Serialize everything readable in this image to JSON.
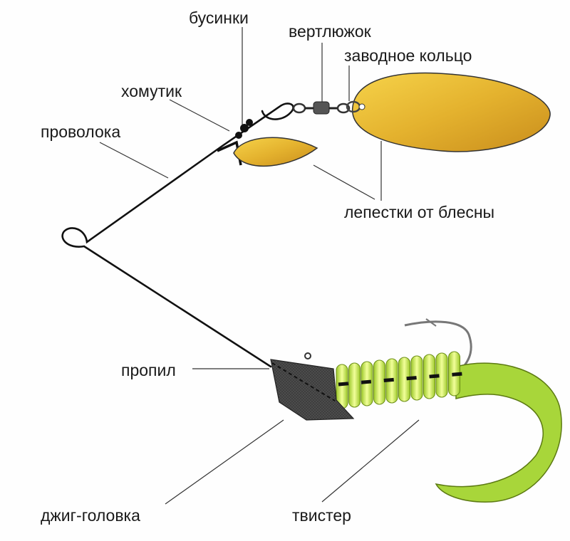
{
  "labels": {
    "beads": "бусинки",
    "swivel": "вертлюжок",
    "split_ring": "заводное кольцо",
    "clamp": "хомутик",
    "wire": "проволока",
    "blades": "лепестки от блесны",
    "slot": "пропил",
    "jig_head": "джиг-головка",
    "twister": "твистер"
  },
  "colors": {
    "blade": "#e2ad2a",
    "wire": "#111111",
    "jig_head": "#3a3a3a",
    "twister": "#a8d63a"
  }
}
